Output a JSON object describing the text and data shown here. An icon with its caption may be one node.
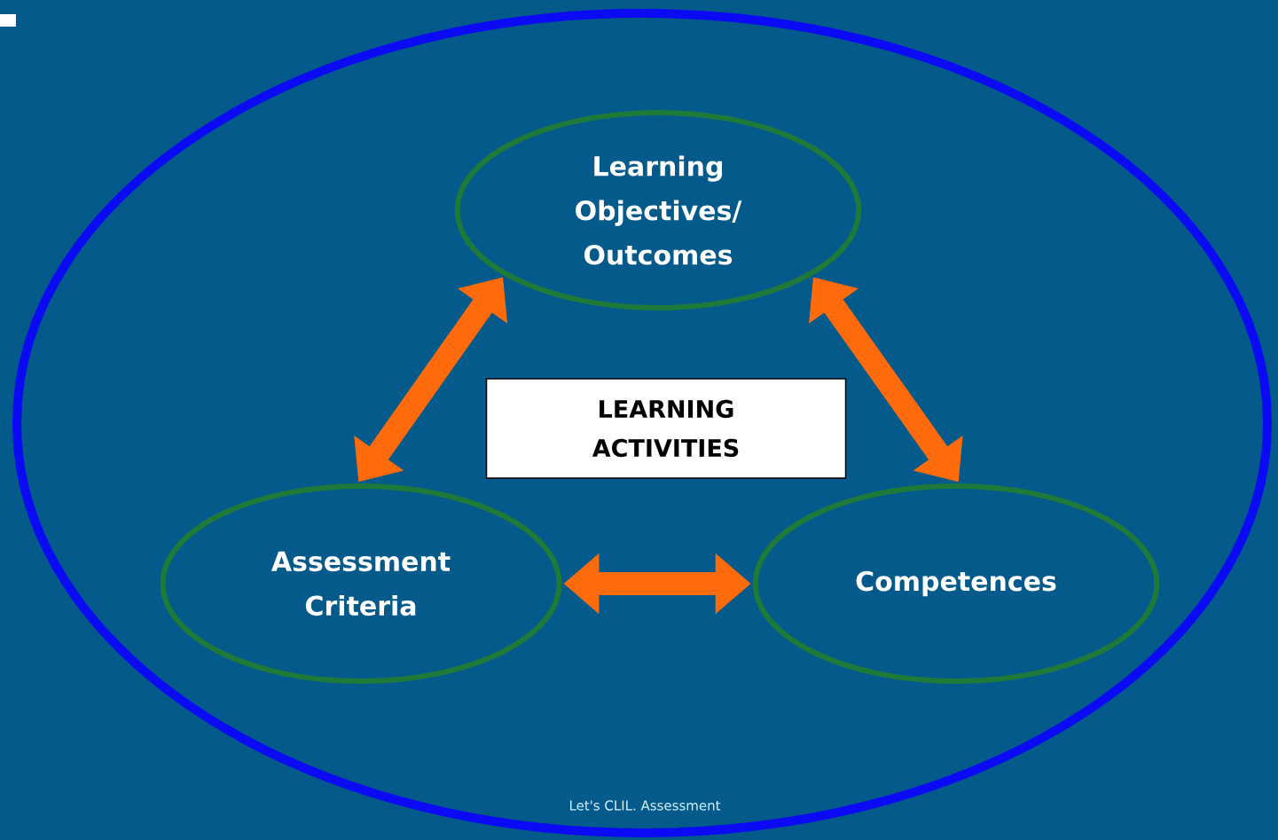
{
  "diagram": {
    "nodes": [
      {
        "text": [],
        "shape": "ellipse"
      },
      {
        "text": [
          "Learning Objectives/ Outcomes"
        ],
        "in": 0
      },
      {
        "text": [
          "LEARNING ACTIVITIES"
        ],
        "in": 0
      },
      {
        "text": [
          "Assessment Criteria"
        ],
        "in": 0
      },
      {
        "text": [
          "Competences"
        ],
        "in": 0
      }
    ],
    "edges": [
      {
        "from": 1,
        "to": 3,
        "arrow": "both"
      },
      {
        "from": 1,
        "to": 4,
        "arrow": "both"
      },
      {
        "from": 3,
        "to": 4,
        "arrow": "both"
      }
    ],
    "labels": [
      "Let's CLIL. Assessment"
    ]
  }
}
